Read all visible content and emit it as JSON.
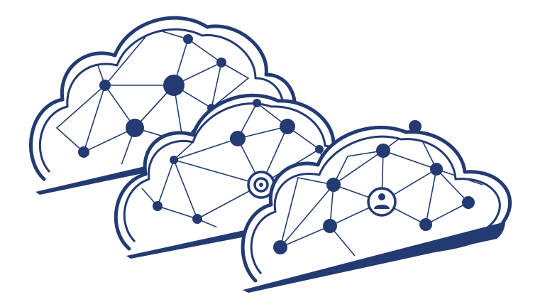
{
  "colors": {
    "ink": "#233a73",
    "background": "#ffffff"
  },
  "clouds": [
    {
      "name": "cloud-back",
      "icon": "cloud-network-icon"
    },
    {
      "name": "cloud-middle",
      "icon": "cloud-network-icon",
      "badge_icon": "target-icon"
    },
    {
      "name": "cloud-front",
      "icon": "cloud-network-icon",
      "badge_icon": "user-icon"
    }
  ]
}
